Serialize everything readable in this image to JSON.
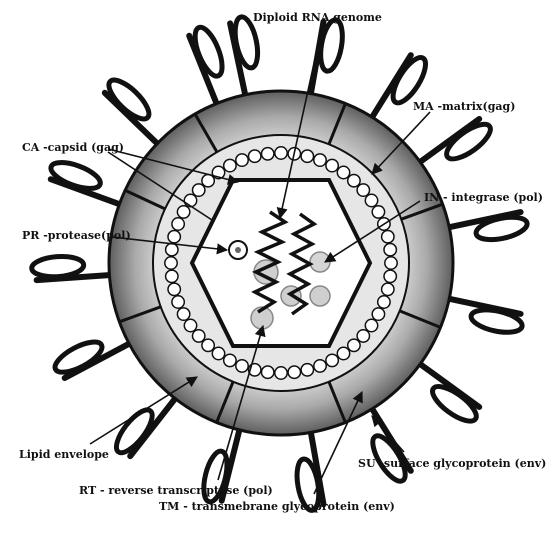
{
  "title": "",
  "colors": {
    "ink": "#111111",
    "envelope_outer": "#6f6f6f",
    "envelope_mid": "#b7b7b7",
    "matrix_band": "#e6e6e6",
    "capsid_fill": "#ffffff",
    "enzyme_fill": "#cfcfcf"
  },
  "labels": {
    "diploid_rna": "Diploid RNA genome",
    "matrix": "MA -matrix(gag)",
    "capsid": "CA -capsid (gag)",
    "integrase": "IN - integrase (pol)",
    "protease": "PR -protease(pol)",
    "lipid_envelope": "Lipid envelope",
    "surface_gp": "SU -surface glycoprotein (env)",
    "reverse_transcriptase": "RT - reverse transcriptase (pol)",
    "transmembrane_gp": "TM - transmebrane glycoprotein (env)"
  }
}
